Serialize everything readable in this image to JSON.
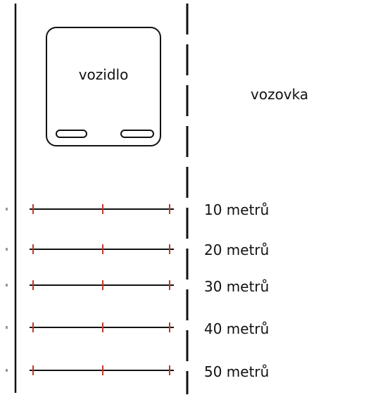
{
  "vehicle": {
    "label": "vozidlo"
  },
  "road": {
    "label": "vozovka"
  },
  "distances": [
    {
      "label": "10 metrů"
    },
    {
      "label": "20 metrů"
    },
    {
      "label": "30 metrů"
    },
    {
      "label": "40 metrů"
    },
    {
      "label": "50 metrů"
    }
  ],
  "colors": {
    "line": "#111111",
    "tick": "#c0392b"
  }
}
